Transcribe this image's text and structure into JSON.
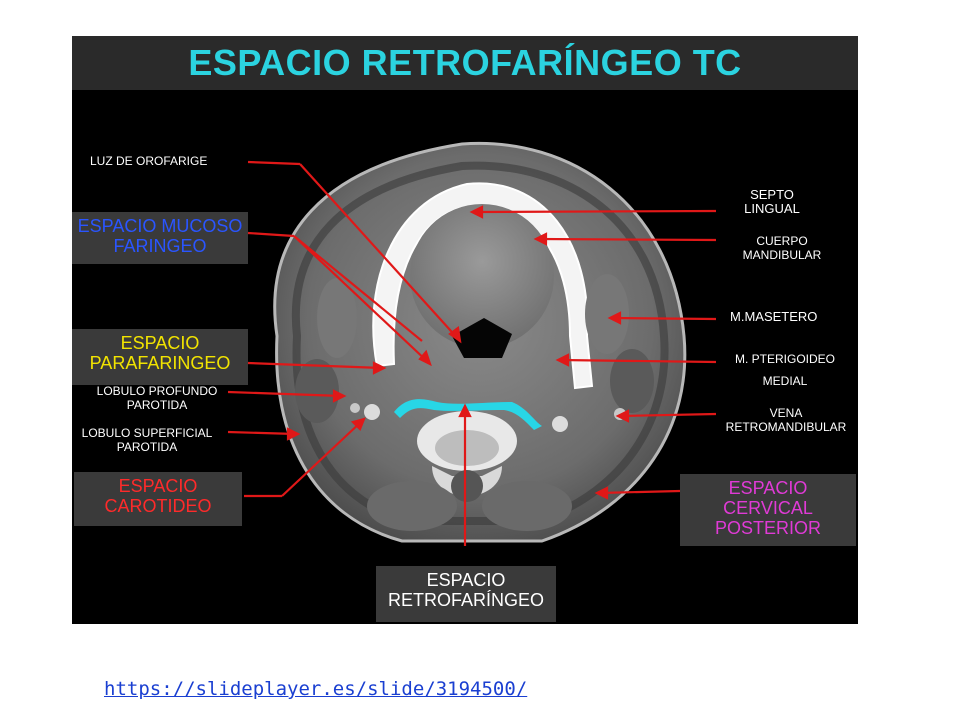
{
  "title": "ESPACIO RETROFARÍNGEO TC",
  "colors": {
    "title": "#2bd3e0",
    "mucoso": "#2a55ff",
    "parafaringeo": "#f2e400",
    "carotideo": "#ff2a2a",
    "cervical_posterior": "#e03ad6",
    "retrofaringeo": "#ffffff",
    "arrow": "#e01818",
    "highlight": "#28d6e6",
    "link": "#1a3fd1"
  },
  "left_labels": {
    "luz_orofaringe": "LUZ DE OROFARIGE",
    "lobulo_profundo_1": "LOBULO PROFUNDO",
    "lobulo_profundo_2": "PAROTIDA",
    "lobulo_superficial_1": "LOBULO SUPERFICIAL",
    "lobulo_superficial_2": "PAROTIDA"
  },
  "left_boxes": {
    "mucoso_1": "ESPACIO MUCOSO",
    "mucoso_2": "FARINGEO",
    "parafaringeo_1": "ESPACIO",
    "parafaringeo_2": "PARAFARINGEO",
    "carotideo_1": "ESPACIO",
    "carotideo_2": "CAROTIDEO"
  },
  "right_labels": {
    "septo_1": "SEPTO",
    "septo_2": "LINGUAL",
    "cuerpo_1": "CUERPO",
    "cuerpo_2": "MANDIBULAR",
    "masetero": "M.MASETERO",
    "pterigoideo_1": "M. PTERIGOIDEO",
    "pterigoideo_2": "MEDIAL",
    "vena_1": "VENA",
    "vena_2": "RETROMANDIBULAR"
  },
  "right_boxes": {
    "cervical_1": "ESPACIO",
    "cervical_2": "CERVICAL",
    "cervical_3": "POSTERIOR"
  },
  "bottom_box": {
    "line1": "ESPACIO",
    "line2": "RETROFARÍNGEO"
  },
  "source_link": "https://slideplayer.es/slide/3194500/"
}
